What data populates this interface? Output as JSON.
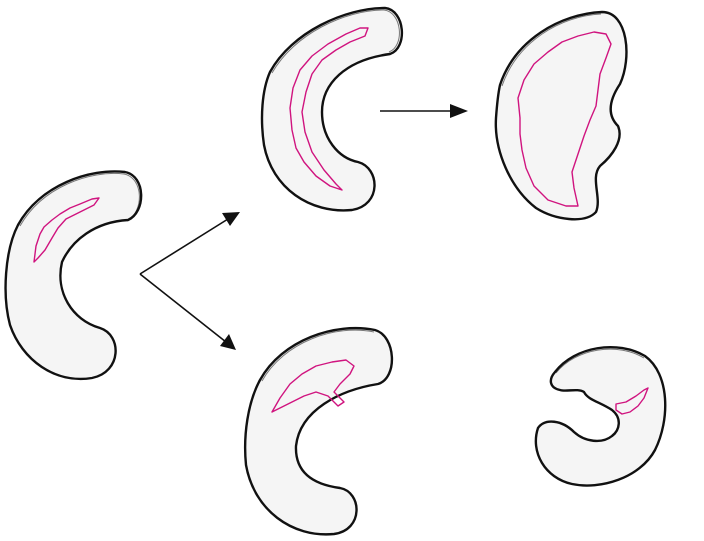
{
  "diagram": {
    "colors": {
      "outline": "#111111",
      "fill": "#f5f5f5",
      "cavity": "#d0147f",
      "background": "#ffffff"
    },
    "shapes": [
      {
        "name": "initial-c-shape",
        "cavity": "narrow-crescent"
      },
      {
        "name": "upper-middle-c-shape",
        "cavity": "long-thin-crescent"
      },
      {
        "name": "upper-right-bean-shape",
        "cavity": "large-central"
      },
      {
        "name": "lower-middle-c-shape",
        "cavity": "small-upper-crescent"
      },
      {
        "name": "lower-right-curled-shape",
        "cavity": "tiny-tip"
      }
    ],
    "arrows": [
      {
        "name": "arrow-to-upper-branch"
      },
      {
        "name": "arrow-to-lower-branch"
      },
      {
        "name": "arrow-to-right"
      }
    ]
  }
}
